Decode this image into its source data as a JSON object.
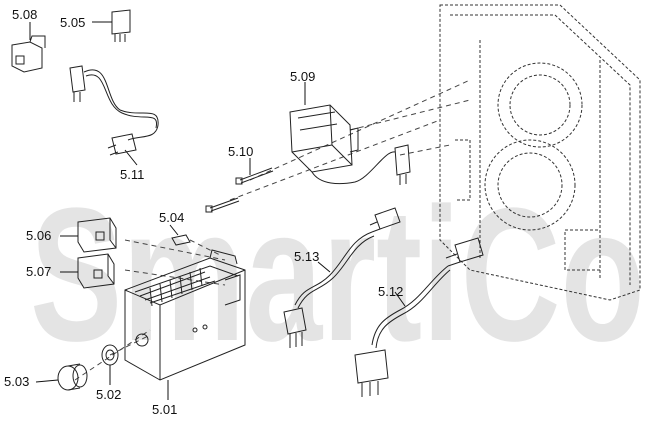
{
  "watermark": {
    "text": "SmartiCo",
    "color": "#c9c9c9",
    "accent": "#e7a6a6"
  },
  "labels": {
    "p508": "5.08",
    "p505": "5.05",
    "p509": "5.09",
    "p510": "5.10",
    "p511": "5.11",
    "p504": "5.04",
    "p506": "5.06",
    "p507": "5.07",
    "p513": "5.13",
    "p512": "5.12",
    "p503": "5.03",
    "p502": "5.02",
    "p501": "5.01"
  }
}
